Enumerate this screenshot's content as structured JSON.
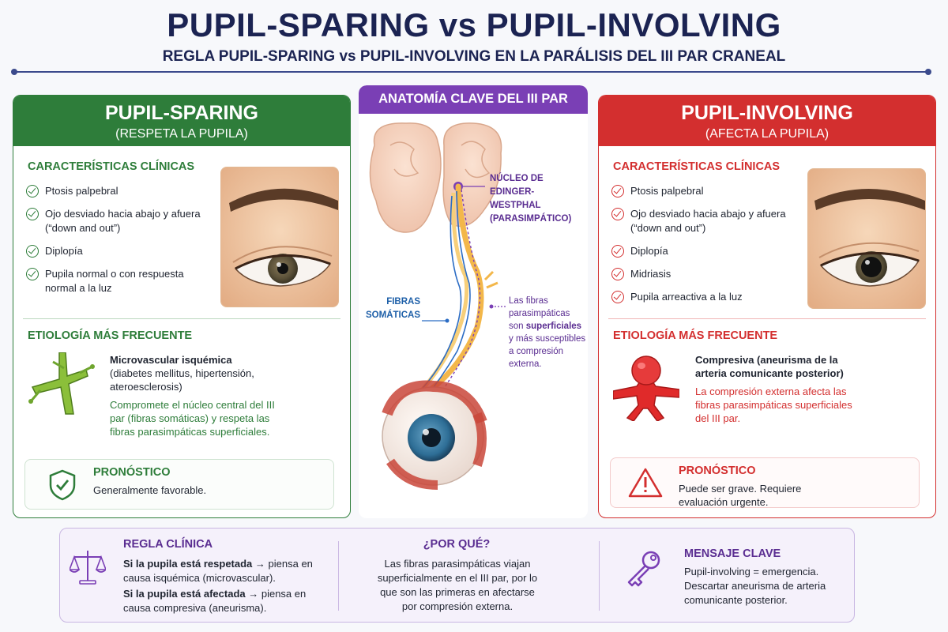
{
  "header": {
    "title": "PUPIL-SPARING vs PUPIL-INVOLVING",
    "subtitle": "REGLA PUPIL-SPARING vs PUPIL-INVOLVING EN LA PARÁLISIS DEL III PAR CRANEAL"
  },
  "colors": {
    "green": "#2e7d3a",
    "red": "#d32f2f",
    "purple": "#7a3fb5",
    "navy": "#1b2352",
    "blue": "#1d5fa8"
  },
  "sparing": {
    "title": "PUPIL-SPARING",
    "subtitle": "(RESPETA LA PUPILA)",
    "features_title": "CARACTERÍSTICAS CLÍNICAS",
    "features": [
      "Ptosis palpebral",
      "Ojo desviado hacia abajo y afuera (“down and out”)",
      "Diplopía",
      "Pupila normal o con respuesta normal a la luz"
    ],
    "etiology_title": "ETIOLOGÍA MÁS FRECUENTE",
    "etiology_main": "Microvascular isquémica",
    "etiology_detail": "(diabetes mellitus, hipertensión, ateroesclerosis)",
    "etiology_note": "Compromete el núcleo central del III par (fibras somáticas) y respeta las fibras parasimpáticas superficiales.",
    "prognosis_title": "PRONÓSTICO",
    "prognosis_text": "Generalmente favorable."
  },
  "involving": {
    "title": "PUPIL-INVOLVING",
    "subtitle": "(AFECTA LA PUPILA)",
    "features_title": "CARACTERÍSTICAS CLÍNICAS",
    "features": [
      "Ptosis palpebral",
      "Ojo desviado hacia abajo y afuera (“down and out”)",
      "Diplopía",
      "Midriasis",
      "Pupila arreactiva a la luz"
    ],
    "etiology_title": "ETIOLOGÍA MÁS FRECUENTE",
    "etiology_main": "Compresiva (aneurisma de la arteria comunicante posterior)",
    "etiology_note": "La compresión externa afecta las fibras parasimpáticas superficiales del III par.",
    "prognosis_title": "PRONÓSTICO",
    "prognosis_text": "Puede ser grave. Requiere evaluación urgente."
  },
  "anatomy": {
    "title": "ANATOMÍA CLAVE DEL III PAR",
    "nucleus_label": "NÚCLEO DE EDINGER-WESTPHAL (PARASIMPÁTICO)",
    "somatic_label": "FIBRAS SOMÁTICAS",
    "note_pre": "Las fibras parasimpáticas son ",
    "note_bold": "superficiales",
    "note_post": " y más susceptibles a compresión externa."
  },
  "bottom": {
    "rule_title": "REGLA CLÍNICA",
    "rule_1_bold": "Si la pupila está respetada →",
    "rule_1_text": " piensa en causa isquémica (microvascular).",
    "rule_2_bold": "Si la pupila está afectada →",
    "rule_2_text": " piensa en causa compresiva (aneurisma).",
    "why_title": "¿POR QUÉ?",
    "why_text": "Las fibras parasimpáticas viajan superficialmente en el III par, por lo que son las primeras en afectarse por compresión externa.",
    "key_title": "MENSAJE CLAVE",
    "key_text": "Pupil-involving = emergencia. Descartar aneurisma de arteria comunicante posterior."
  }
}
